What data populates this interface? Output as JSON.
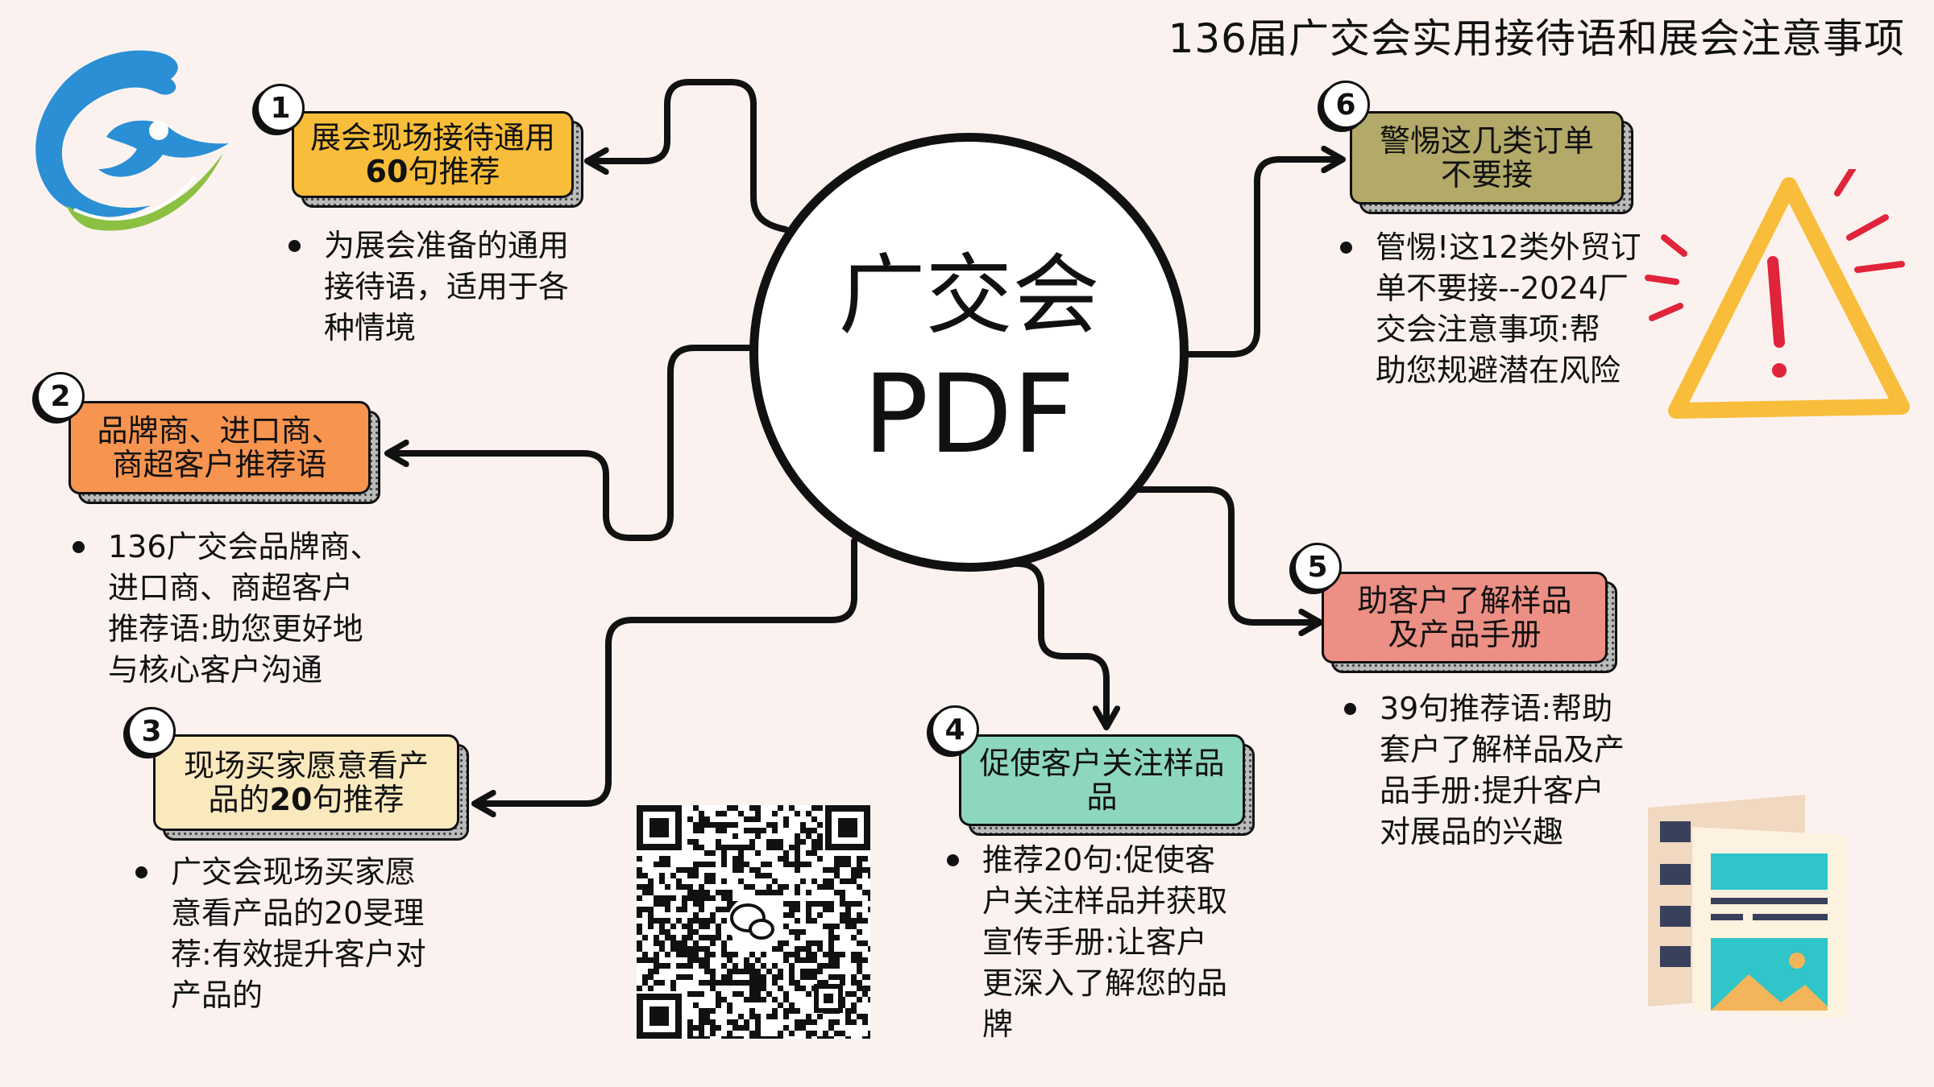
{
  "title": "136届广交会实用接待语和展会注意事项",
  "center": {
    "line1": "广交会",
    "line2": "PDF"
  },
  "nodes": [
    {
      "num": "1",
      "line1": "展会现场接待通用",
      "line2_bold": "60",
      "line2_rest": "句推荐",
      "color": "#f8bd3a",
      "desc": [
        "为展会准备的通用",
        "接待语，适用于各",
        "种情境"
      ]
    },
    {
      "num": "2",
      "line1": "品牌商、进口商、",
      "line2_bold": "",
      "line2_rest": "商超客户推荐语",
      "color": "#f7944f",
      "desc": [
        "136广交会品牌商、",
        "进口商、商超客户",
        "推荐语:助您更好地",
        "与核心客户沟通"
      ]
    },
    {
      "num": "3",
      "line1": "现场买家愿意看产",
      "line2_bold": "20",
      "line2_rest": "句推荐",
      "line2_prefix": "品的",
      "color": "#fbe9be",
      "desc": [
        "广交会现场买家愿",
        "意看产品的20旻理",
        "荐:有效提升客户对",
        "产品的"
      ]
    },
    {
      "num": "4",
      "line1": "促使客户关注样品",
      "line2_bold": "",
      "line2_rest": "品",
      "color": "#8dd7bf",
      "desc": [
        "推荐20句:促使客",
        "户关注样品并获取",
        "宣传手册:让客户",
        "更深入了解您的品",
        "牌"
      ]
    },
    {
      "num": "5",
      "line1": "助客户了解样品",
      "line2_bold": "",
      "line2_rest": "及产品手册",
      "color": "#ec8f84",
      "desc": [
        "39句推荐语:帮助",
        "套户了解样品及产",
        "品手册:提升客户",
        "对展品的兴趣"
      ]
    },
    {
      "num": "6",
      "line1": "警惕这几类订单",
      "line2_bold": "",
      "line2_rest": "不要接",
      "color": "#b3a968",
      "desc": [
        "管惕!这12类外贸订",
        "单不要接--2024厂",
        "交会注意事项:帮",
        "助您规避潜在风险"
      ]
    }
  ],
  "colors": {
    "background": "#fbf2f0",
    "ring_orange": "#f5a25d",
    "ring_teal": "#7fcfb8",
    "warning_yellow": "#f8bd3a",
    "warning_red": "#e0243a",
    "logo_blue": "#2a8fd4",
    "logo_green": "#8cc043"
  },
  "icons": [
    "logo-icon",
    "warning-icon",
    "qr-code-icon",
    "wechat-icon",
    "brochure-icon"
  ]
}
